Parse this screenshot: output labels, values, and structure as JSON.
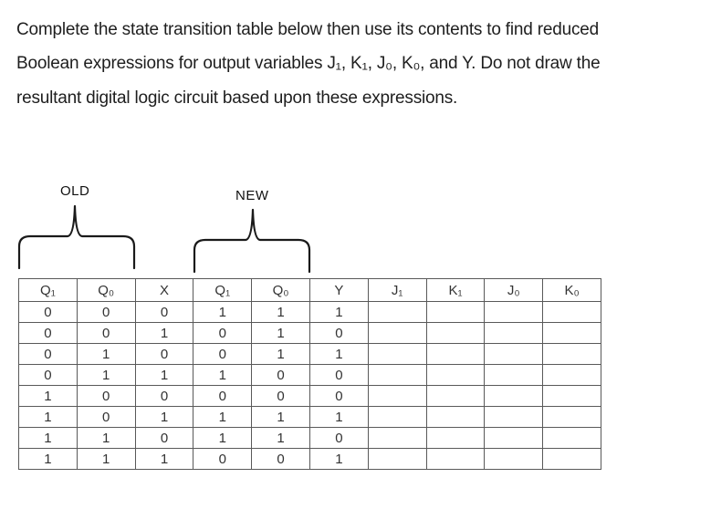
{
  "document": {
    "problem_statement": {
      "line1": "Complete the state transition table below then use its contents to find reduced",
      "line2": "Boolean expressions for output variables J₁, K₁, J₀, K₀, and Y. Do not draw the",
      "line3": "resultant digital logic circuit based upon these expressions."
    },
    "labels": {
      "old": "OLD",
      "new": "NEW"
    },
    "table": {
      "headers": [
        "Q₁",
        "Q₀",
        "X",
        "Q₁",
        "Q₀",
        "Y",
        "J₁",
        "K₁",
        "J₀",
        "K₀"
      ],
      "rows": [
        [
          "0",
          "0",
          "0",
          "1",
          "1",
          "1",
          "",
          "",
          "",
          ""
        ],
        [
          "0",
          "0",
          "1",
          "0",
          "1",
          "0",
          "",
          "",
          "",
          ""
        ],
        [
          "0",
          "1",
          "0",
          "0",
          "1",
          "1",
          "",
          "",
          "",
          ""
        ],
        [
          "0",
          "1",
          "1",
          "1",
          "0",
          "0",
          "",
          "",
          "",
          ""
        ],
        [
          "1",
          "0",
          "0",
          "0",
          "0",
          "0",
          "",
          "",
          "",
          ""
        ],
        [
          "1",
          "0",
          "1",
          "1",
          "1",
          "1",
          "",
          "",
          "",
          ""
        ],
        [
          "1",
          "1",
          "0",
          "1",
          "1",
          "0",
          "",
          "",
          "",
          ""
        ],
        [
          "1",
          "1",
          "1",
          "0",
          "0",
          "1",
          "",
          "",
          "",
          ""
        ]
      ]
    },
    "colors": {
      "text": "#1e1e1e",
      "table_border": "#595959",
      "brace_stroke": "#1a1a1a",
      "background": "#ffffff"
    }
  }
}
